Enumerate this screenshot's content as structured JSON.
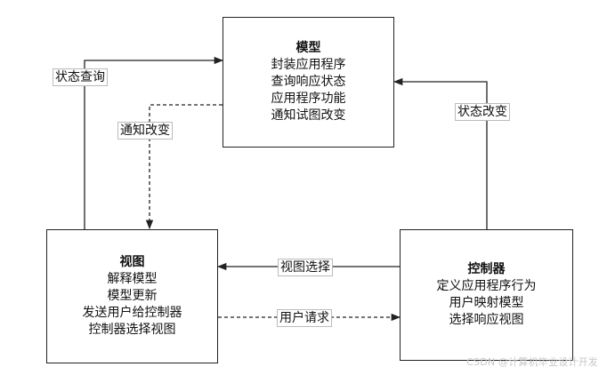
{
  "nodes": {
    "model": {
      "title": "模型",
      "lines": [
        "封装应用程序",
        "查询响应状态",
        "应用程序功能",
        "通知试图改变"
      ]
    },
    "view": {
      "title": "视图",
      "lines": [
        "解释模型",
        "模型更新",
        "发送用户给控制器",
        "控制器选择视图"
      ]
    },
    "controller": {
      "title": "控制器",
      "lines": [
        "定义应用程序行为",
        "用户映射模型",
        "选择响应视图"
      ]
    }
  },
  "edges": {
    "view_to_model": "状态查询",
    "model_to_view": "通知改变",
    "controller_to_model": "状态改变",
    "controller_to_view": "视图选择",
    "view_to_controller": "用户请求"
  },
  "watermark": "CSDN @计算机毕业设计开发",
  "colors": {
    "stroke": "#222222",
    "background": "#ffffff",
    "watermark": "#c8c8c8"
  }
}
